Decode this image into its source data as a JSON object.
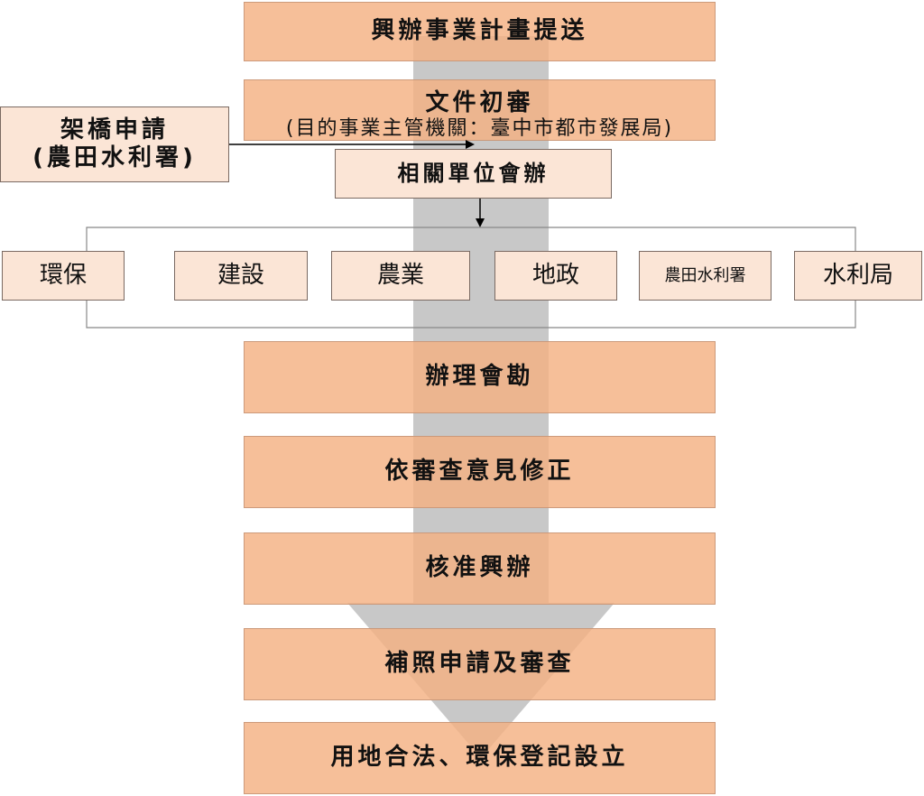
{
  "steps": {
    "submit": "興辦事業計畫提送",
    "initial_review": "文件初審",
    "initial_review_note": "(目的事業主管機關：臺中市都市發展局)",
    "joint_review": "相關單位會辦",
    "site_inspection": "辦理會勘",
    "revise": "依審查意見修正",
    "approve": "核准興辦",
    "permit": "補照申請及審查",
    "register": "用地合法、環保登記設立"
  },
  "bridge": {
    "line1": "架橋申請",
    "line2": "(農田水利署)"
  },
  "agencies": [
    "環保",
    "建設",
    "農業",
    "地政",
    "農田水利署",
    "水利局"
  ],
  "colors": {
    "step_fill": "#f4b183",
    "light_fill": "#fbe5d6",
    "flow_arrow": "#c8c8c8",
    "border": "#7a6a62"
  }
}
